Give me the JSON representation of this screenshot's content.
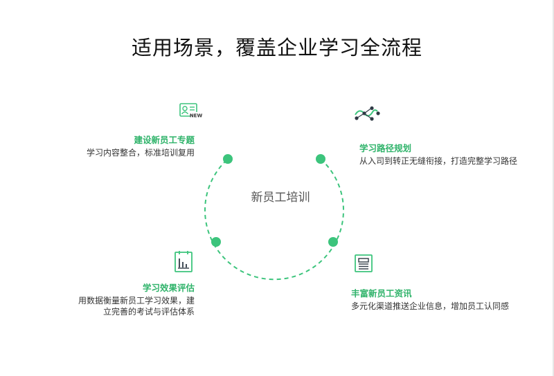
{
  "title": "适用场景，覆盖企业学习全流程",
  "center_label": "新员工培训",
  "accent_color": "#3cc47c",
  "items": [
    {
      "icon": "id-card-new-icon",
      "title": "建设新员工专题",
      "desc": "学习内容整合，标准培训复用"
    },
    {
      "icon": "path-network-icon",
      "title": "学习路径规划",
      "desc": "从入司到转正无缝衔接，打造完整学习路径"
    },
    {
      "icon": "bar-chart-icon",
      "title": "学习效果评估",
      "desc_lines": [
        "用数据衡量新员工学习效果，建",
        "立完善的考试与评估体系"
      ]
    },
    {
      "icon": "news-document-icon",
      "title": "丰富新员工资讯",
      "desc": "多元化渠道推送企业信息，增加员工认同感"
    }
  ],
  "icon_badge": "NEW"
}
